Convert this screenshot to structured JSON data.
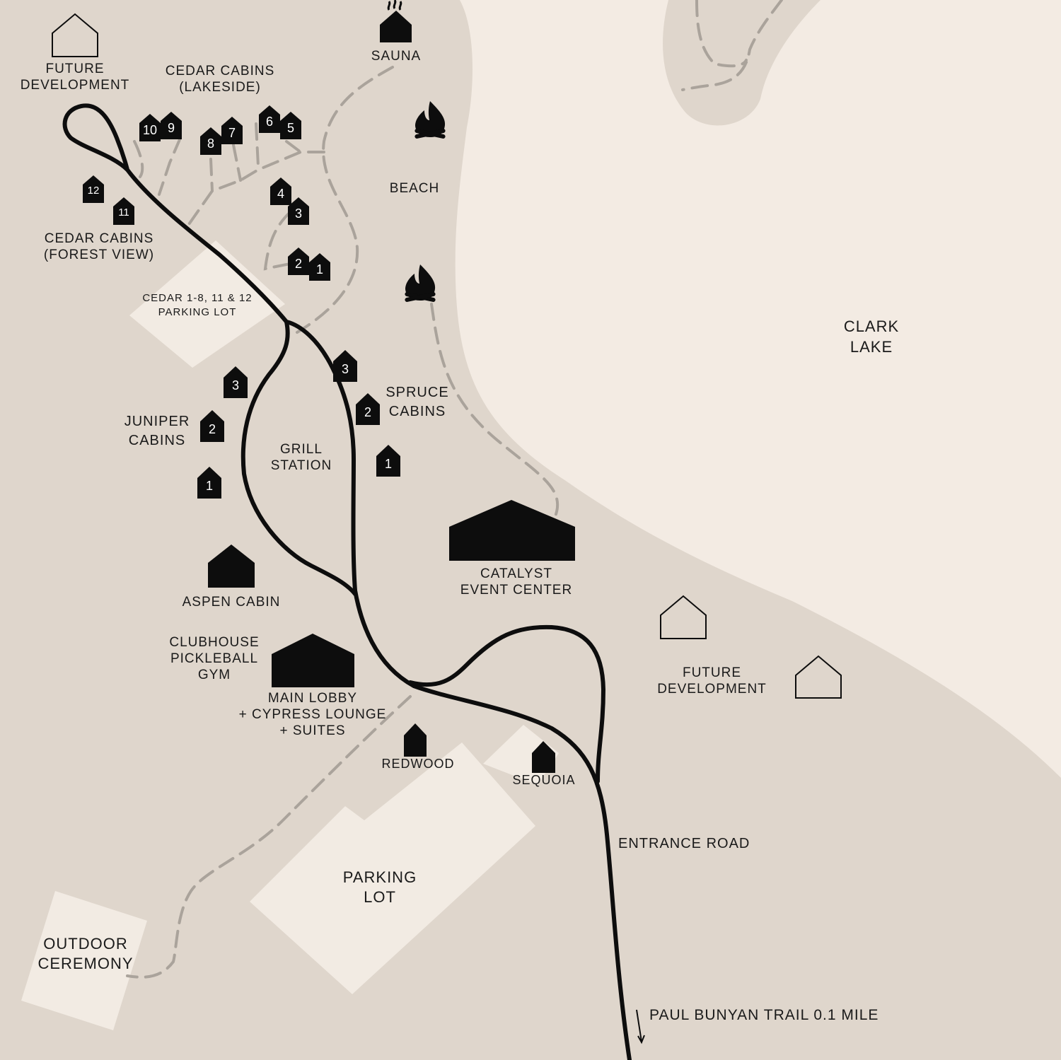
{
  "colors": {
    "land": "#dfd6cc",
    "water": "#f3ebe3",
    "lot": "#f2ebe3",
    "road": "#0d0d0d",
    "trail": "#aaa39b"
  },
  "labels": {
    "future_dev_nw": [
      "FUTURE",
      "DEVELOPMENT"
    ],
    "cedar_lakeside": [
      "CEDAR CABINS",
      "(LAKESIDE)"
    ],
    "sauna": "SAUNA",
    "beach": "BEACH",
    "cedar_forest": [
      "CEDAR CABINS",
      "(FOREST VIEW)"
    ],
    "cedar_parking": [
      "CEDAR 1-8, 11 & 12",
      "PARKING LOT"
    ],
    "clark_lake": [
      "CLARK",
      "LAKE"
    ],
    "spruce": [
      "SPRUCE",
      "CABINS"
    ],
    "juniper": [
      "JUNIPER",
      "CABINS"
    ],
    "grill": [
      "GRILL",
      "STATION"
    ],
    "catalyst": [
      "CATALYST",
      "EVENT CENTER"
    ],
    "aspen": "ASPEN CABIN",
    "clubhouse": [
      "CLUBHOUSE",
      "PICKLEBALL",
      "GYM"
    ],
    "main_lobby": [
      "MAIN LOBBY",
      "+ CYPRESS LOUNGE",
      "+ SUITES"
    ],
    "future_dev_e": [
      "FUTURE",
      "DEVELOPMENT"
    ],
    "redwood": "REDWOOD",
    "sequoia": "SEQUOIA",
    "entrance": "ENTRANCE ROAD",
    "parking": [
      "PARKING",
      "LOT"
    ],
    "outdoor": [
      "OUTDOOR",
      "CEREMONY"
    ],
    "paul_bunyan": "PAUL BUNYAN TRAIL 0.1 MILE"
  },
  "cabins": {
    "cedar_10": "10",
    "cedar_9": "9",
    "cedar_8": "8",
    "cedar_7": "7",
    "cedar_6": "6",
    "cedar_5": "5",
    "cedar_4": "4",
    "cedar_3": "3",
    "cedar_2": "2",
    "cedar_1": "1",
    "cedar_12": "12",
    "cedar_11": "11",
    "spruce_3": "3",
    "spruce_2": "2",
    "spruce_1": "1",
    "juniper_3": "3",
    "juniper_2": "2",
    "juniper_1": "1"
  },
  "icons": {
    "campfire": "campfire-icon",
    "house_outline": "house-outline-icon",
    "cabin": "cabin-icon",
    "arrow": "arrow-down-icon"
  }
}
